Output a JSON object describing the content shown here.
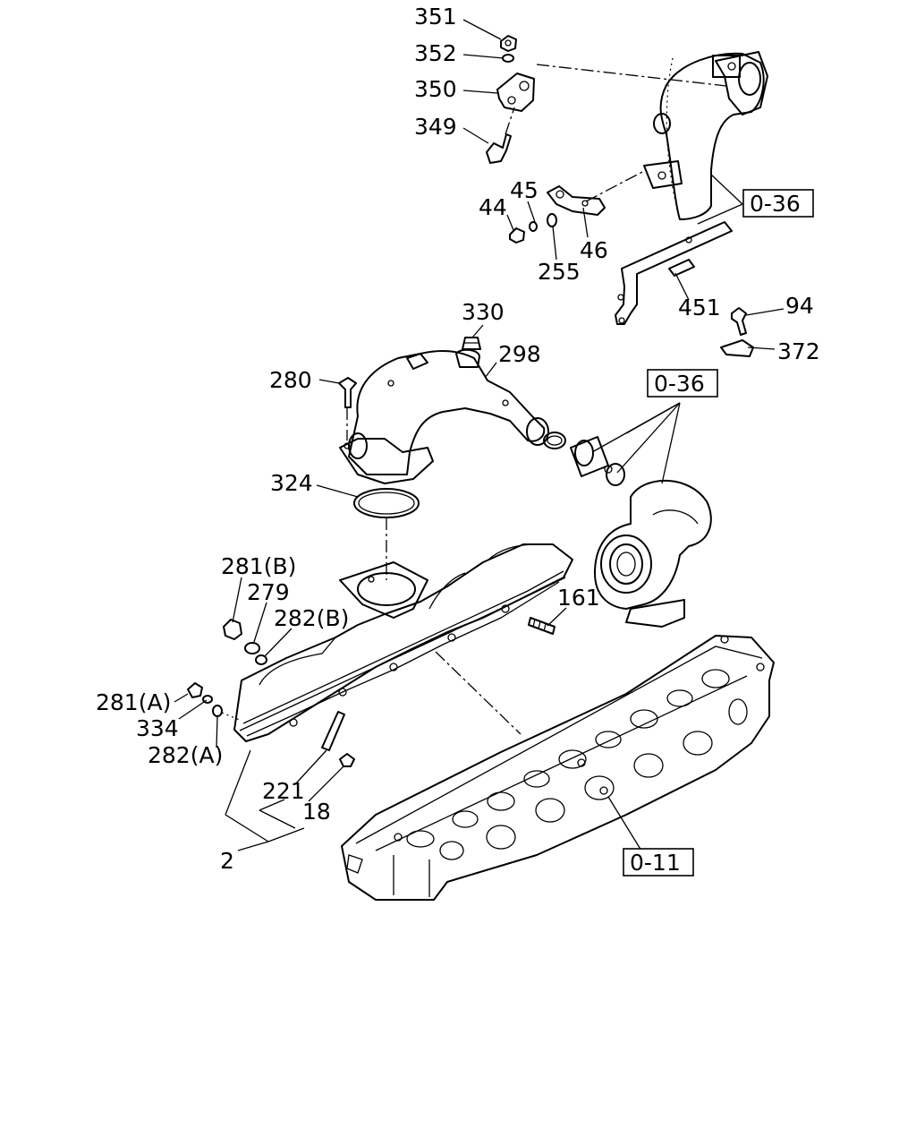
{
  "labels": {
    "p351": "351",
    "p352": "352",
    "p350": "350",
    "p349": "349",
    "p45": "45",
    "p44": "44",
    "p46": "46",
    "p255": "255",
    "p451": "451",
    "p94": "94",
    "p372": "372",
    "p330": "330",
    "p298": "298",
    "p280": "280",
    "p324": "324",
    "p281b": "281(B)",
    "p279": "279",
    "p282b": "282(B)",
    "p161": "161",
    "p281a": "281(A)",
    "p334": "334",
    "p282a": "282(A)",
    "p221": "221",
    "p18": "18",
    "p2": "2"
  },
  "refs": {
    "r036a": "0-36",
    "r036b": "0-36",
    "r011": "0-11"
  }
}
